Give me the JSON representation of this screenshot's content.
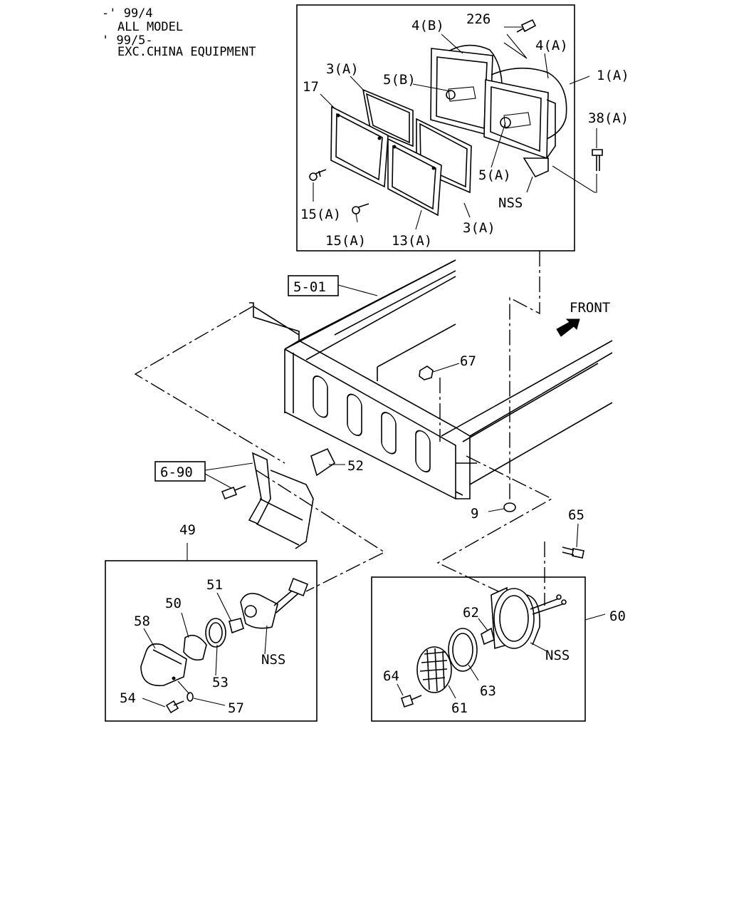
{
  "header_notes": {
    "line1": "-' 99/4",
    "line2": "ALL MODEL",
    "line3": "' 99/5-",
    "line4": "EXC.CHINA EQUIPMENT"
  },
  "ref_boxes": {
    "frame_ref": "5-01",
    "bracket_ref": "6-90"
  },
  "direction": {
    "label": "FRONT"
  },
  "callouts": {
    "c226": "226",
    "c4b": "4(B)",
    "c4a": "4(A)",
    "c1a": "1(A)",
    "c3a_top": "3(A)",
    "c5b": "5(B)",
    "c17": "17",
    "c38a": "38(A)",
    "c5a": "5(A)",
    "c15a_1": "15(A)",
    "c15a_2": "15(A)",
    "c13a": "13(A)",
    "c3a_bottom": "3(A)",
    "nss_head": "NSS",
    "c67": "67",
    "c52": "52",
    "c9": "9",
    "c65": "65",
    "c49": "49",
    "c51": "51",
    "c50": "50",
    "c58": "58",
    "nss_side": "NSS",
    "c53": "53",
    "c54": "54",
    "c57": "57",
    "c62": "62",
    "c60": "60",
    "nss_rear": "NSS",
    "c64": "64",
    "c63": "63",
    "c61": "61"
  }
}
